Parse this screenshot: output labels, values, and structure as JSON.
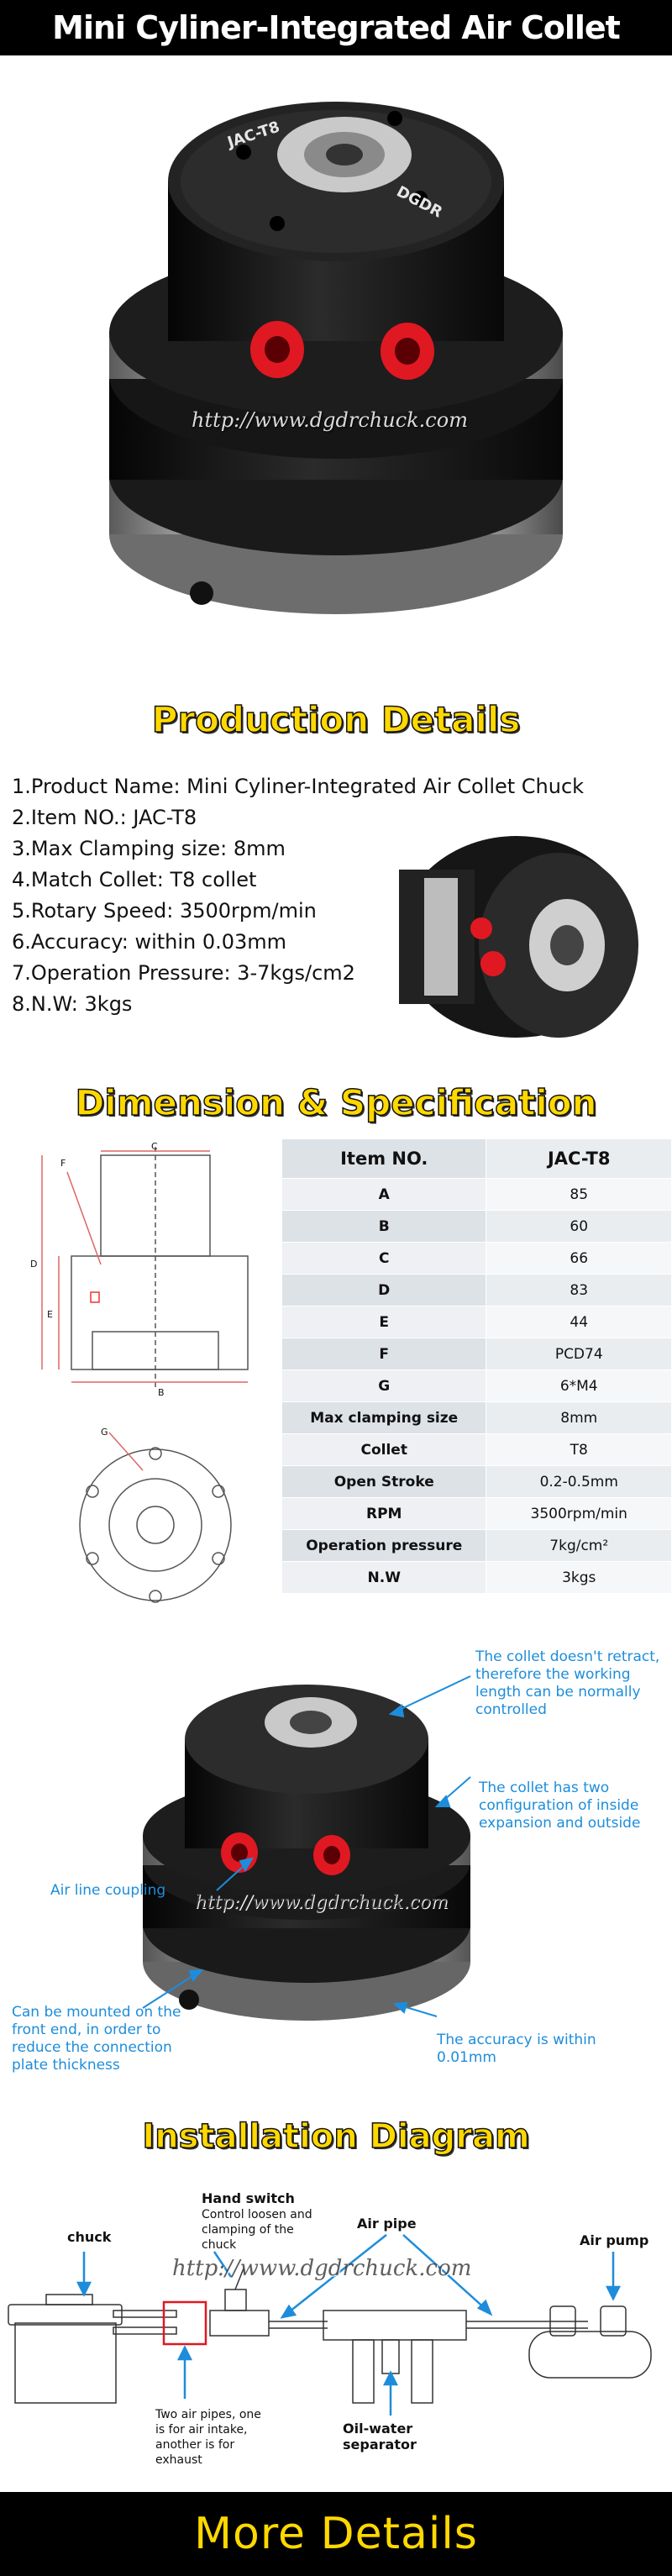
{
  "header": {
    "title": "Mini Cyliner-Integrated Air Collet Chuck"
  },
  "watermark": "http://www.dgdrchuck.com",
  "product_brand": {
    "brand": "DGDR",
    "model_mark": "JAC-T8"
  },
  "production": {
    "title": "Production Details",
    "items": [
      {
        "label": "1.Product Name: ",
        "value": "Mini Cyliner-Integrated Air Collet Chuck"
      },
      {
        "label": "2.Item NO.: ",
        "value": "JAC-T8"
      },
      {
        "label": "3.Max Clamping size: ",
        "value": "8mm"
      },
      {
        "label": "4.Match Collet: ",
        "value": "T8 collet"
      },
      {
        "label": "5.Rotary Speed: ",
        "value": "3500rpm/min"
      },
      {
        "label": "6.Accuracy: ",
        "value": "within 0.03mm"
      },
      {
        "label": "7.Operation Pressure: ",
        "value": "3-7kgs/cm2"
      },
      {
        "label": "8.N.W: ",
        "value": "3kgs"
      }
    ]
  },
  "dimension": {
    "title": "Dimension & Specification",
    "drawing_labels": {
      "F": "F",
      "C": "C",
      "D": "D",
      "E": "E",
      "B": "B",
      "G": "G"
    },
    "table": {
      "header": [
        "Item NO.",
        "JAC-T8"
      ],
      "rows": [
        [
          "A",
          "85"
        ],
        [
          "B",
          "60"
        ],
        [
          "C",
          "66"
        ],
        [
          "D",
          "83"
        ],
        [
          "E",
          "44"
        ],
        [
          "F",
          "PCD74"
        ],
        [
          "G",
          "6*M4"
        ],
        [
          "Max clamping size",
          "8mm"
        ],
        [
          "Collet",
          "T8"
        ],
        [
          "Open Stroke",
          "0.2-0.5mm"
        ],
        [
          "RPM",
          "3500rpm/min"
        ],
        [
          "Operation pressure",
          "7kg/cm²"
        ],
        [
          "N.W",
          "3kgs"
        ]
      ]
    }
  },
  "features": {
    "callouts": [
      "The collet doesn't retract, therefore the working length can be normally controlled",
      "The collet has two configuration of inside expansion and outside",
      "Air line coupling",
      "Can be mounted on the front end, in order to reduce the connection plate thickness",
      "The accuracy is within 0.01mm"
    ]
  },
  "installation": {
    "title": "Installation Diagram",
    "chuck": "chuck",
    "hand_switch": "Hand switch",
    "hand_switch_desc": "Control loosen and clamping of the chuck",
    "air_pipe": "Air pipe",
    "air_pump": "Air pump",
    "separator": "Oil-water separator",
    "pipes_note": "Two air pipes, one is for air intake, another is for exhaust"
  },
  "footer": {
    "more": "More Details"
  },
  "colors": {
    "accent": "#ffd800",
    "callout": "#1d8ddb",
    "fitting": "#e01822"
  }
}
